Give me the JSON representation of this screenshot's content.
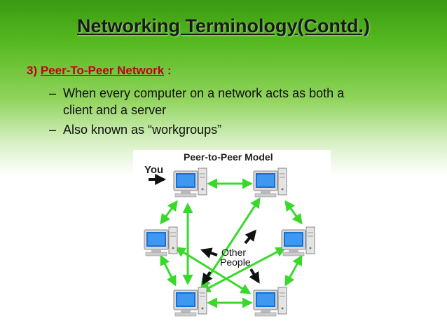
{
  "slide": {
    "title": "Networking Terminology(Contd.)",
    "heading_num": "3)",
    "heading_link": "Peer-To-Peer Network",
    "heading_colon": ":",
    "bullets": [
      {
        "dash": "–",
        "lines": [
          "When every computer on a network acts as both a",
          "client and a server"
        ]
      },
      {
        "dash": "–",
        "lines": [
          "Also known as “workgroups”"
        ]
      }
    ]
  },
  "diagram": {
    "title": "Peer-to-Peer Model",
    "you_label": "You",
    "center_label_line1": "Other",
    "center_label_line2": "People",
    "computers": [
      "top-left-computer",
      "top-right-computer",
      "middle-left-computer",
      "middle-right-computer",
      "bottom-left-computer",
      "bottom-right-computer"
    ],
    "link_color": "#39d92c",
    "arrow_color": "#111111"
  }
}
